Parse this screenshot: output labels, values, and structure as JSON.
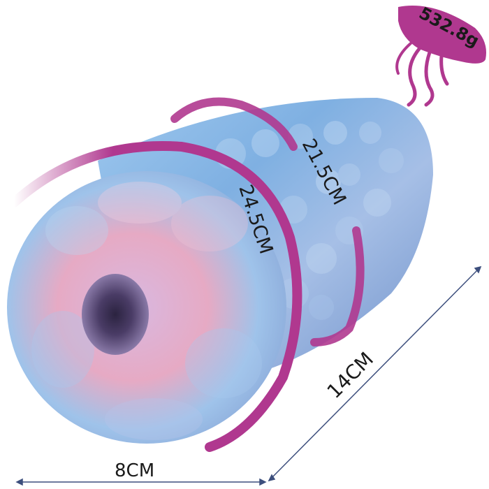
{
  "image": {
    "subject": "product-photo",
    "background": "#ffffff"
  },
  "product": {
    "colors": {
      "blue": "#7fb7e6",
      "pink": "#e6a6c0",
      "lilac": "#b6a8d8",
      "shadow": "#5a6fb0"
    }
  },
  "dimensions": {
    "weight_label": "532.8g",
    "circumference_front_label": "24.5CM",
    "circumference_rear_label": "21.5CM",
    "length_label": "14CM",
    "diameter_label": "8CM",
    "arc_color": "#b0388f",
    "line_color": "#3d4f7d"
  },
  "icons": {
    "weight_badge": "jellyfish-icon"
  }
}
